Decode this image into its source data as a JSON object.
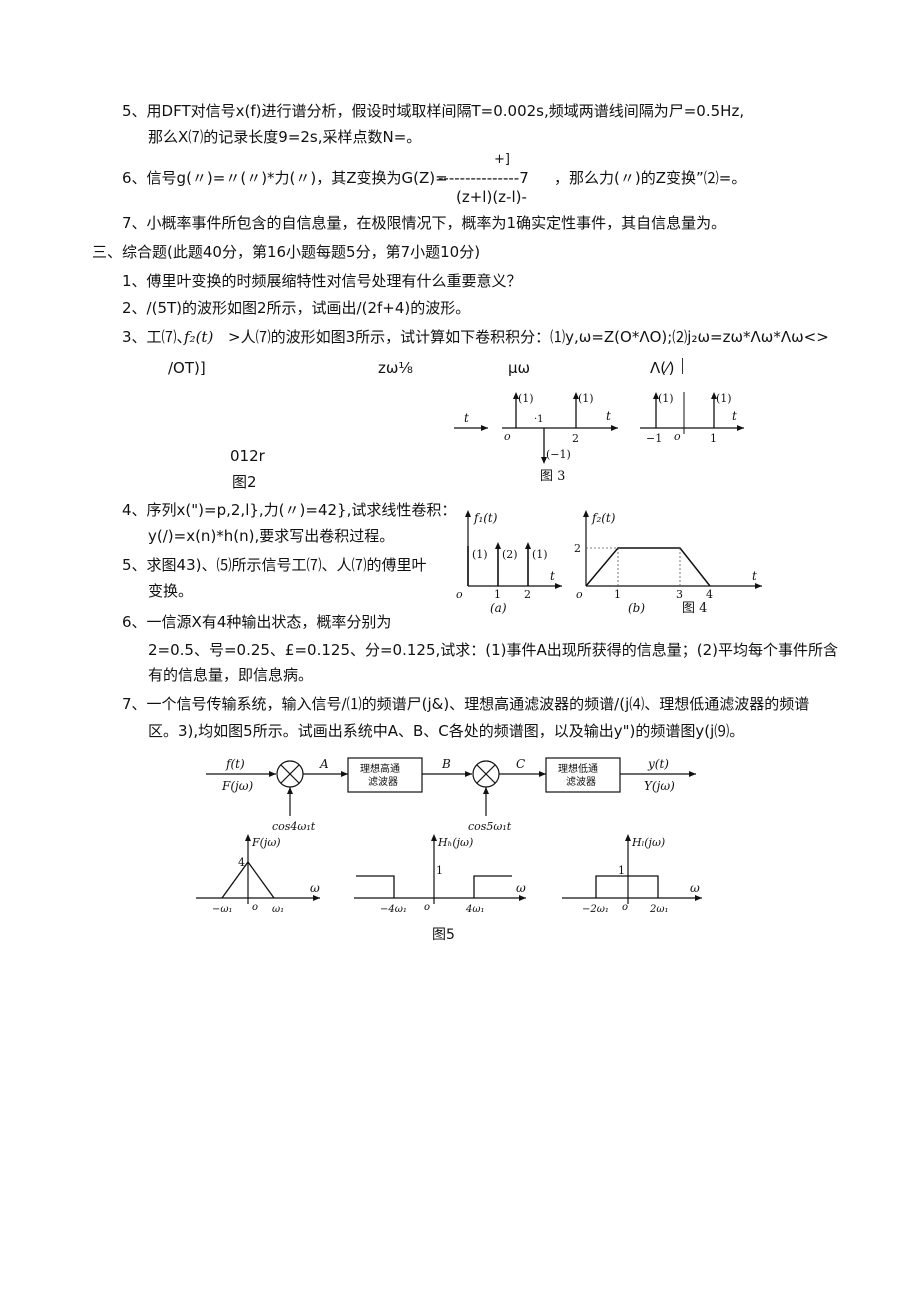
{
  "lines": {
    "q5a": "5、用DFT对信号x(f)进行谱分析，假设时域取样间隔T=0.002s,频域两谱线间隔为尸=0.5Hz,",
    "q5b": "那么X⑺的记录长度9=2s,采样点数N=。",
    "q6num": "+]",
    "q6a": "6、信号g(〃)=〃(〃)*力(〃)，其Z变换为G(Z)=",
    "q6frac": "---------------7",
    "q6b": "，那么力(〃)的Z变换”⑵=。",
    "q6den": "(z+l)(z-l)-",
    "q7": "7、小概率事件所包含的自信息量，在极限情况下，概率为1确实定性事件，其自信息量为。",
    "sec3": "三、综合题(此题40分，第16小题每题5分，第7小题10分)",
    "p1": "1、傅里叶变换的时频展缩特性对信号处理有什么重要意义？",
    "p2": "2、/(5T)的波形如图2所示，试画出/(2f+4)的波形。",
    "p3a": "3、工⑺、",
    "p3f2": "f₂(t)",
    "p3b": ">人⑺的波形如图3所示，试计算如下卷积积分：⑴y,ω=Z(O*ΛO);⑵j₂ω=zω*Λω*Λω<>",
    "p3c1": "/OT)]",
    "p3c2": "zω⅛",
    "p3c3": "μω",
    "p3c4": "Λ(⁄)",
    "fig2lbl": "012r",
    "fig2cap": "图2",
    "fig3cap": "图 3",
    "p4a": "4、序列x(\")=p,2,l},力(〃)=42},试求线性卷积：",
    "p4b": "y(/)=x(n)*h(n),要求写出卷积过程。",
    "p5a": "5、求图43)、⑸所示信号工⑺、人⑺的傅里叶",
    "p5b": "变换。",
    "fig4cap": "图 4",
    "p6a": "6、一信源X有4种输出状态，概率分别为",
    "p6b": "2=0.5、号=0.25、£=0.125、分=0.125,试求：(1)事件A出现所获得的信息量；(2)平均每个事件所含",
    "p6c": "有的信息量，即信息病。",
    "p7a": "7、一个信号传输系统，输入信号/⑴的频谱尸(j&)、理想高通滤波器的频谱/(j⑷、理想低通滤波器的频谱",
    "p7b": "区。3),均如图5所示。试画出系统中A、B、C各处的频谱图，以及输出y\")的频谱图y(j⑼。",
    "fig5cap": "图5"
  },
  "fig3": {
    "left": {
      "t": "t",
      "a1": "(1)",
      "a2": "(1)",
      "neg": "(−1)",
      "o": "o",
      "dot": "·1",
      "two": "2"
    },
    "right": {
      "a1": "(1)",
      "a2": "(1)",
      "m1": "−1",
      "o": "o",
      "one": "1",
      "t": "t"
    }
  },
  "fig4": {
    "a": {
      "ylab": "f₁(t)",
      "i1": "(1)",
      "i2": "(2)",
      "i3": "(1)",
      "o": "o",
      "x1": "1",
      "x2": "2",
      "t": "t",
      "sub": "(a)"
    },
    "b": {
      "ylab": "f₂(t)",
      "y2": "2",
      "o": "o",
      "x1": "1",
      "x3": "3",
      "x4": "4",
      "t": "t",
      "sub": "(b)"
    }
  },
  "fig5": {
    "in1": "f(t)",
    "in2": "F(jω)",
    "A": "A",
    "B": "B",
    "C": "C",
    "hp1": "理想高通",
    "hp2": "滤波器",
    "lp1": "理想低通",
    "lp2": "滤波器",
    "out1": "y(t)",
    "out2": "Y(jω)",
    "cos1": "cos4ω₁t",
    "cos2": "cos5ω₁t",
    "F": {
      "ylab": "F(jω)",
      "peak": "4",
      "neg": "−ω₁",
      "o": "o",
      "pos": "ω₁",
      "w": "ω"
    },
    "Hh": {
      "ylab": "Hₕ(jω)",
      "one": "1",
      "neg": "−4ω₁",
      "o": "o",
      "pos": "4ω₁",
      "w": "ω"
    },
    "Hl": {
      "ylab": "Hₗ(jω)",
      "one": "1",
      "neg": "−2ω₁",
      "o": "o",
      "pos": "2ω₁",
      "w": "ω"
    }
  }
}
